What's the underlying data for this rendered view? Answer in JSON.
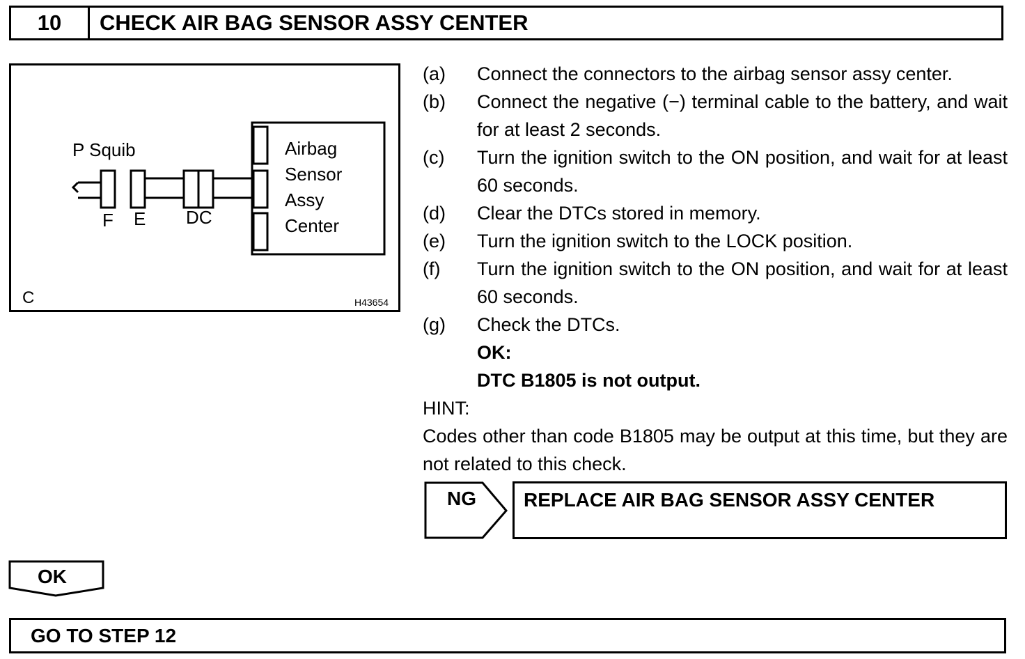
{
  "header": {
    "step_number": "10",
    "title": "CHECK AIR BAG SENSOR ASSY CENTER"
  },
  "diagram": {
    "squib_label": "P Squib",
    "connector_f": "F",
    "connector_e": "E",
    "connector_dc": "DC",
    "ecu_lines": [
      "Airbag",
      "Sensor",
      "Assy",
      "Center"
    ],
    "corner_label": "C",
    "figure_code": "H43654"
  },
  "procedure": [
    {
      "letter": "(a)",
      "text": "Connect the connectors to the airbag sensor assy center."
    },
    {
      "letter": "(b)",
      "text": "Connect the negative (−) terminal cable to the battery, and wait for at least 2 seconds."
    },
    {
      "letter": "(c)",
      "text": "Turn the ignition switch to the ON position, and wait for at least 60 seconds."
    },
    {
      "letter": "(d)",
      "text": "Clear the DTCs stored in memory."
    },
    {
      "letter": "(e)",
      "text": "Turn the ignition switch to the LOCK position."
    },
    {
      "letter": "(f)",
      "text": "Turn the ignition switch to the ON position, and wait for at least 60 seconds."
    },
    {
      "letter": "(g)",
      "text": "Check the DTCs."
    }
  ],
  "ok_criteria": {
    "label": "OK:",
    "text": "DTC B1805 is not output."
  },
  "hint": {
    "label": "HINT:",
    "text": "Codes other than code B1805 may be output at this time, but they are not related to this check."
  },
  "ng": {
    "label": "NG",
    "action": "REPLACE AIR BAG SENSOR ASSY CENTER"
  },
  "ok": {
    "label": "OK",
    "action": "GO TO STEP 12"
  }
}
